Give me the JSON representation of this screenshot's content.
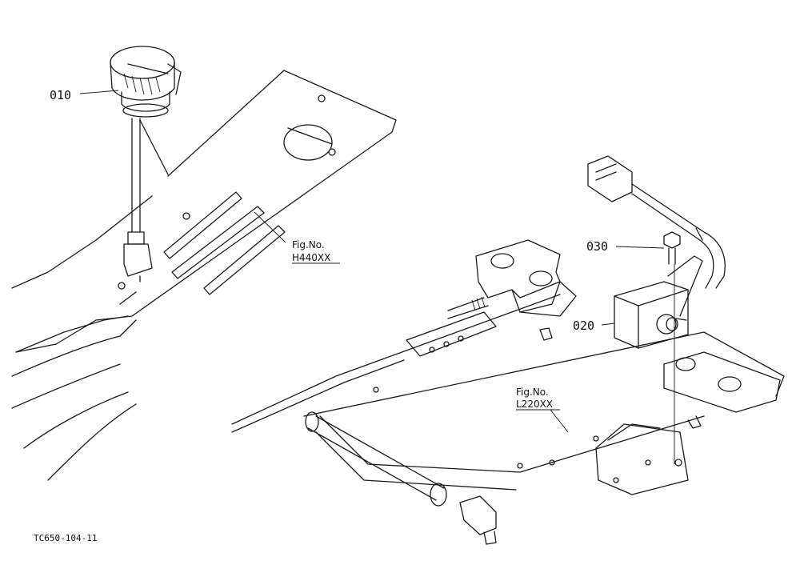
{
  "parts": [
    {
      "id": "010"
    },
    {
      "id": "020"
    },
    {
      "id": "030"
    }
  ],
  "figure_refs": [
    {
      "label": "Fig.No.",
      "number": "H440XX"
    },
    {
      "label": "Fig.No.",
      "number": "L220XX"
    }
  ],
  "drawing_code": "TC650-104-11"
}
